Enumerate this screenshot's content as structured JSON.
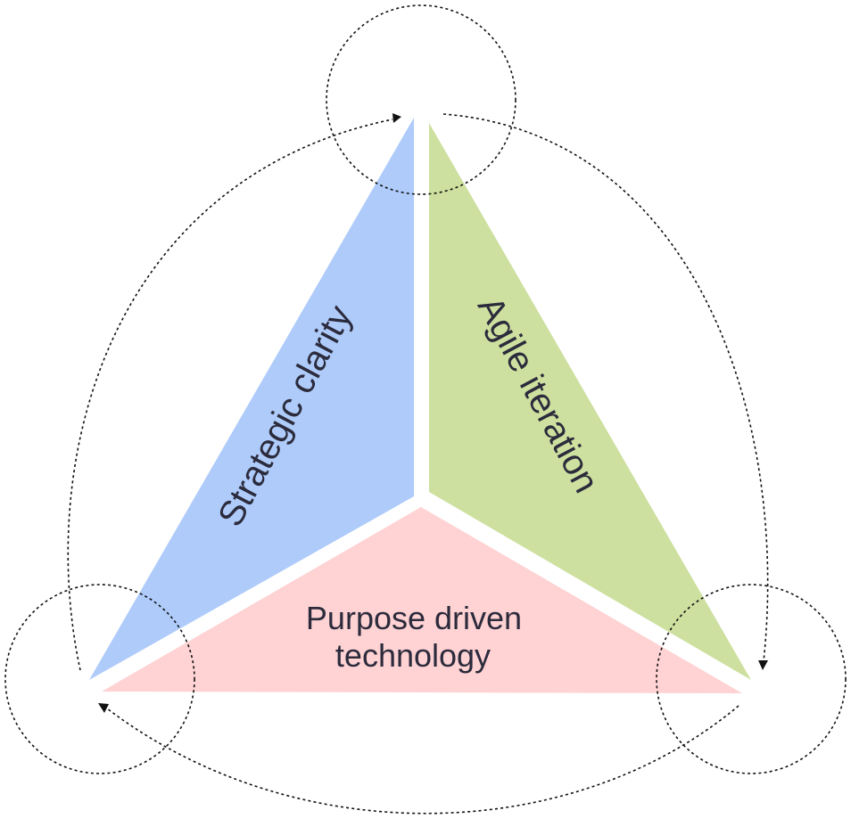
{
  "segments": {
    "left": {
      "label": "Strategic clarity",
      "color": "#aecbfa"
    },
    "right": {
      "label": "Agile iteration",
      "color": "#cde09f"
    },
    "bottom": {
      "label_line1": "Purpose driven",
      "label_line2": "technology",
      "color": "#ffd2d3"
    }
  },
  "line_color": "#111111",
  "text_color": "#2b2b3c"
}
